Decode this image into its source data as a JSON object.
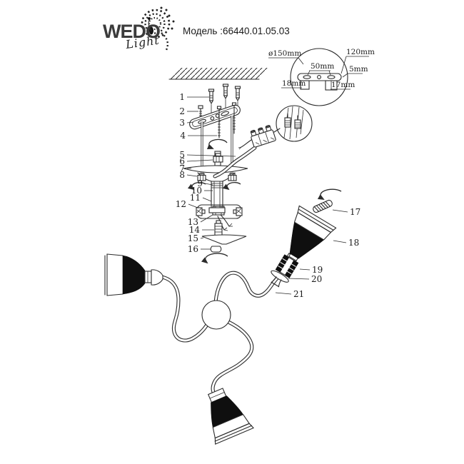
{
  "header": {
    "logo_main": "WEDO",
    "logo_sub": "Light",
    "model_label": "Модель :66440.01.05.03"
  },
  "inset": {
    "d150": "ø150mm",
    "d120": "120mm",
    "d50": "50mm",
    "d5": "5mm",
    "d18": "18mm",
    "d17": "17mm"
  },
  "parts": [
    "1",
    "2",
    "3",
    "4",
    "5",
    "6",
    "7",
    "8",
    "9",
    "10",
    "11",
    "12",
    "13",
    "14",
    "15",
    "16",
    "17",
    "18",
    "19",
    "20",
    "21"
  ],
  "colors": {
    "ink": "#2b2b2b",
    "shade_fill": "#0f0f0f",
    "background": "#ffffff"
  }
}
